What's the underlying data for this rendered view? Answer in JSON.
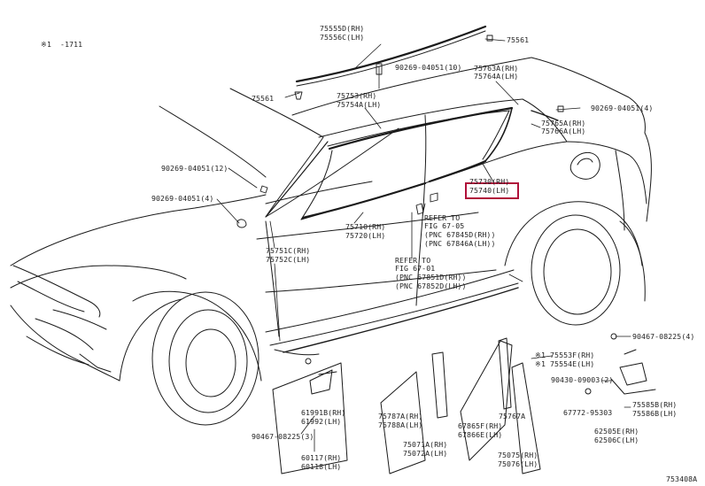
{
  "note_top": "※1  -1711",
  "labels": {
    "p75555": "75555D(RH)",
    "p75556": "75556C(LH)",
    "p75561_top": "75561",
    "p75561_left": "75561",
    "p90269_10": "90269-04051(10)",
    "p75763": "75763A(RH)",
    "p75764": "75764A(LH)",
    "p75753": "75753(RH)",
    "p75754": "75754A(LH)",
    "p90269_4r": "90269-04051(4)",
    "p75765": "75765A(RH)",
    "p75766": "75766A(LH)",
    "p90269_12": "90269-04051(12)",
    "p90269_4l": "90269-04051(4)",
    "p75730": "75730(RH)",
    "p75740": "75740(LH)",
    "ref1": "REFER TO",
    "ref1b": "FIG 67-05",
    "ref1c": "(PNC 67845D(RH))",
    "ref1d": "(PNC 67846A(LH))",
    "p75710": "75710(RH)",
    "p75720": "75720(LH)",
    "p75751": "75751C(RH)",
    "p75752": "75752C(LH)",
    "ref2": "REFER TO",
    "ref2b": "FIG 67-01",
    "ref2c": "(PNC 67851D(RH))",
    "ref2d": "(PNC 67852D(LH))",
    "p90467_4": "90467-08225(4)",
    "p75553": "※1 75553F(RH)",
    "p75554": "※1 75554E(LH)",
    "p90430": "90430-09003(2)",
    "p67772": "67772-95303",
    "p75585": "75585B(RH)",
    "p75586": "75586B(LH)",
    "p62505": "62505E(RH)",
    "p62506": "62506C(LH)",
    "p61991": "61991B(RH)",
    "p61992": "61992(LH)",
    "p90467_3": "90467-08225(3)",
    "p60117": "60117(RH)",
    "p60118": "60118(LH)",
    "p75787": "75787A(RH)",
    "p75788": "75788A(LH)",
    "p75071": "75071A(RH)",
    "p75072": "75072A(LH)",
    "p67865": "67865F(RH)",
    "p67866": "67866E(LH)",
    "p75767": "75767A",
    "p75075": "75075(RH)",
    "p75076": "75076(LH)",
    "code": "753408A"
  },
  "highlight_color": "#b0103a"
}
